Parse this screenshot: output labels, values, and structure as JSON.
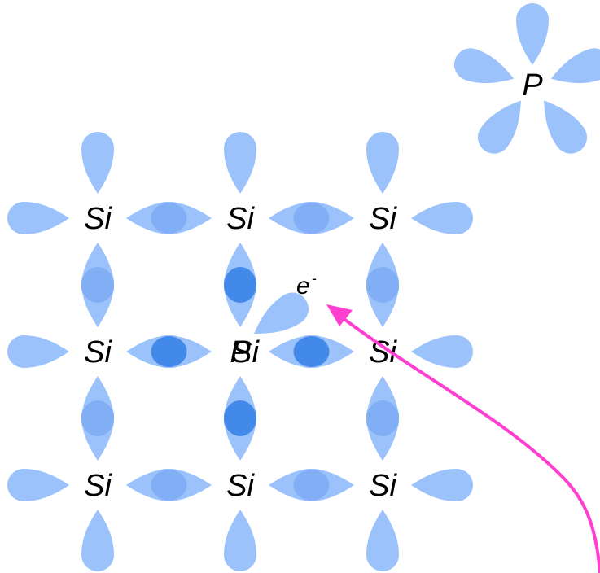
{
  "colors": {
    "lobe": "#9cc2fb",
    "lobe_dark": "#2d7ae6",
    "arrow": "#ff3fcf",
    "text": "#000000"
  },
  "lattice": {
    "rows": [
      [
        "Si",
        "Si",
        "Si"
      ],
      [
        "Si",
        "P",
        "Si"
      ],
      [
        "Si",
        "Si",
        "Si"
      ]
    ],
    "overlap_label": "Si",
    "dopant_label": "P"
  },
  "free_atom": {
    "label": "P"
  },
  "electron": {
    "label": "e",
    "charge": "-"
  }
}
